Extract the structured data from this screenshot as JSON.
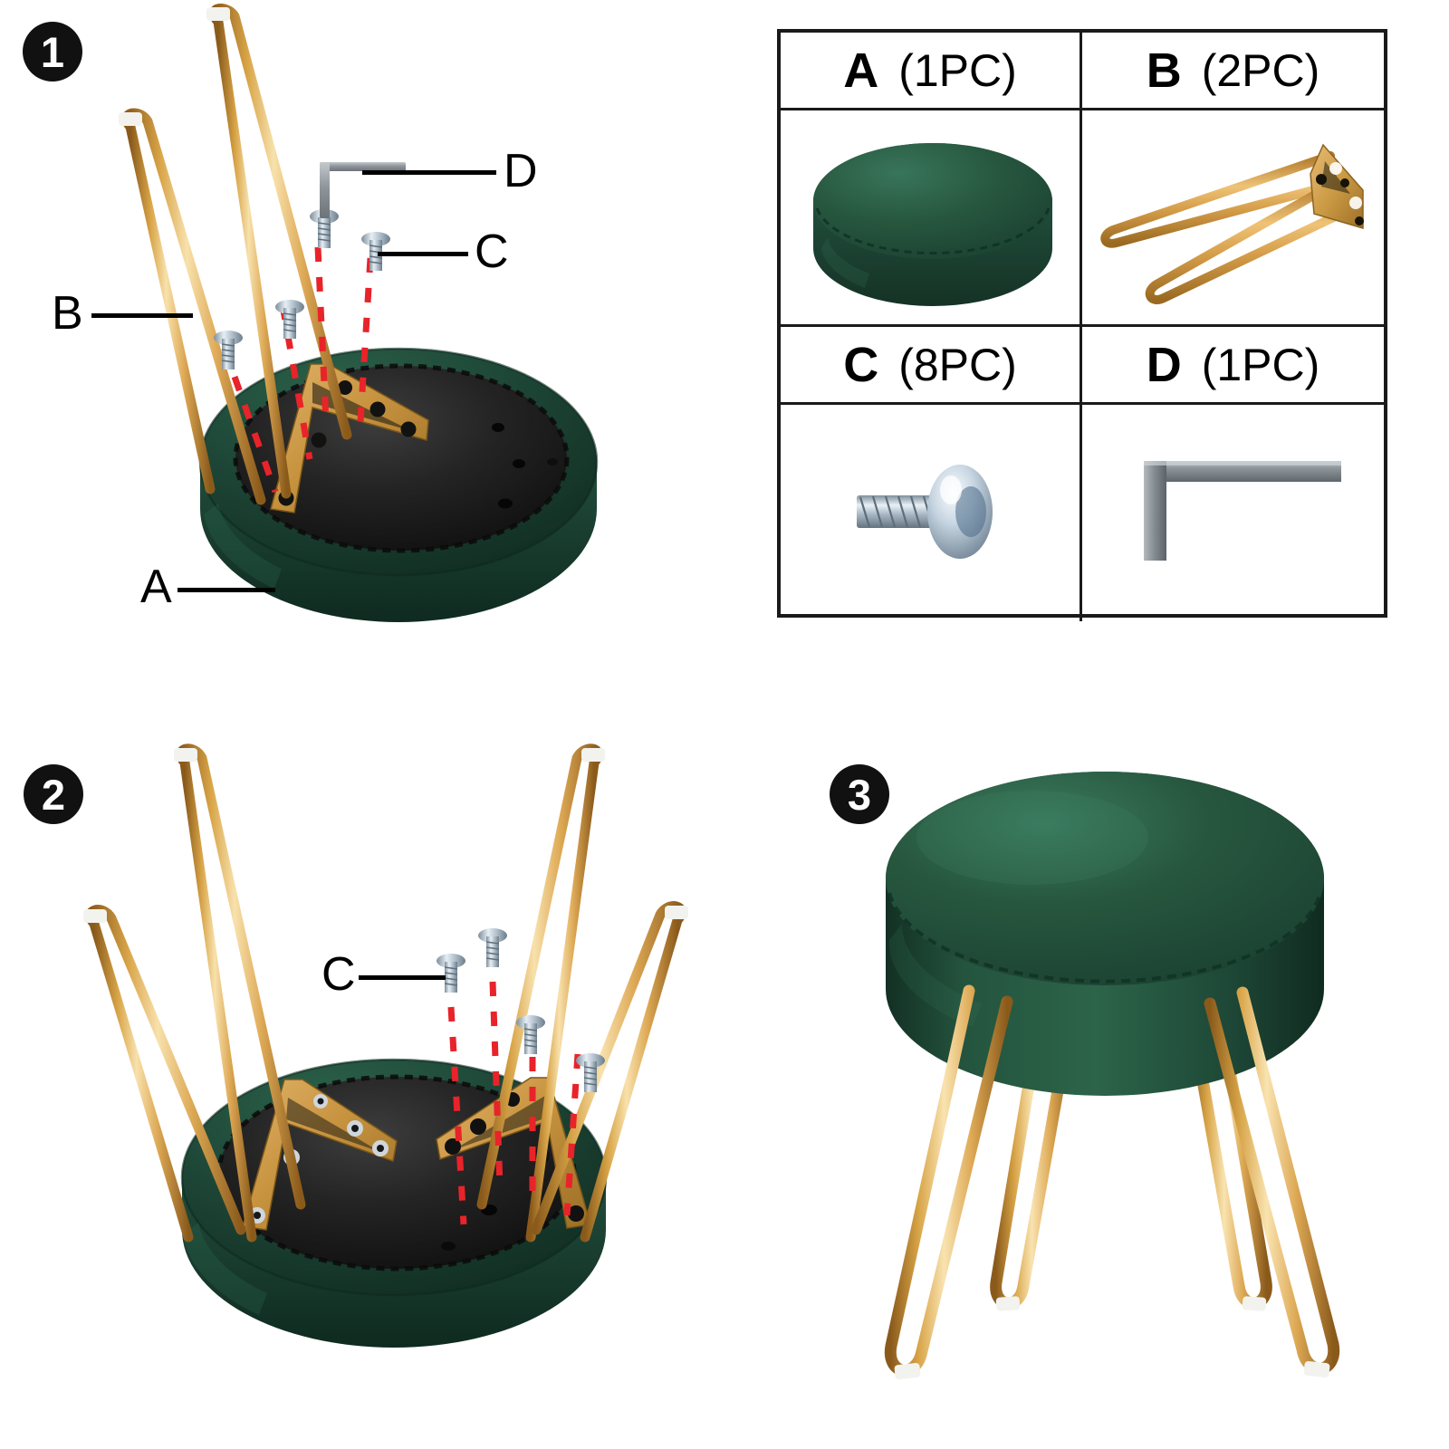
{
  "document": {
    "type": "furniture-assembly-instructions",
    "product": "round velvet stool with gold hairpin legs",
    "background_color": "#ffffff"
  },
  "colors": {
    "velvet_green_top": "#27573f",
    "velvet_green_dark": "#1d4536",
    "velvet_green_shadow": "#132f24",
    "gold_leg_light": "#f6dca0",
    "gold_leg_mid": "#d8a447",
    "gold_leg_dark": "#8a5a1b",
    "bracket_gold": "#c79a52",
    "screw_steel": "#b9c4cf",
    "allen_key_steel": "#9aa0a4",
    "guide_line_red": "#e8232a",
    "underside_black": "#1d1d1d",
    "badge_black": "#111111",
    "table_border": "#1a1a1a",
    "foot_cap_white": "#f2f2ee"
  },
  "parts_table": {
    "name": "parts-list",
    "columns": 2,
    "rows": [
      [
        {
          "letter": "A",
          "qty": "(1PC)",
          "part_name": "round velvet stool cushion seat",
          "icon": "velvet-cushion-icon"
        },
        {
          "letter": "B",
          "qty": "(2PC)",
          "part_name": "gold hairpin double leg with triangular mounting plate",
          "icon": "hairpin-leg-icon"
        }
      ],
      [
        {
          "letter": "C",
          "qty": "(8PC)",
          "part_name": "pan head machine screw",
          "icon": "screw-icon"
        },
        {
          "letter": "D",
          "qty": "(1PC)",
          "part_name": "L-shaped hex allen wrench",
          "icon": "allen-key-icon"
        }
      ]
    ]
  },
  "steps": [
    {
      "number": "1",
      "badge_name": "step-1-badge",
      "description": "attach first hairpin leg bracket to stool underside with screws",
      "callouts": [
        {
          "label": "D",
          "target": "allen-key",
          "name": "callout-d-allen-key"
        },
        {
          "label": "C",
          "target": "screw",
          "name": "callout-c-screw"
        },
        {
          "label": "B",
          "target": "hairpin-leg",
          "name": "callout-b-leg"
        },
        {
          "label": "A",
          "target": "velvet-stool-seat",
          "name": "callout-a-seat"
        }
      ],
      "screw_count": 4,
      "guide_lines": 4
    },
    {
      "number": "2",
      "badge_name": "step-2-badge",
      "description": "attach second hairpin leg bracket with remaining screws",
      "callouts": [
        {
          "label": "C",
          "target": "screw",
          "name": "callout-c-screw"
        }
      ],
      "screw_count": 4,
      "guide_lines": 4
    },
    {
      "number": "3",
      "badge_name": "step-3-badge",
      "description": "finished assembled stool standing upright on four hairpin legs",
      "callouts": [],
      "screw_count": 0,
      "guide_lines": 0
    }
  ]
}
